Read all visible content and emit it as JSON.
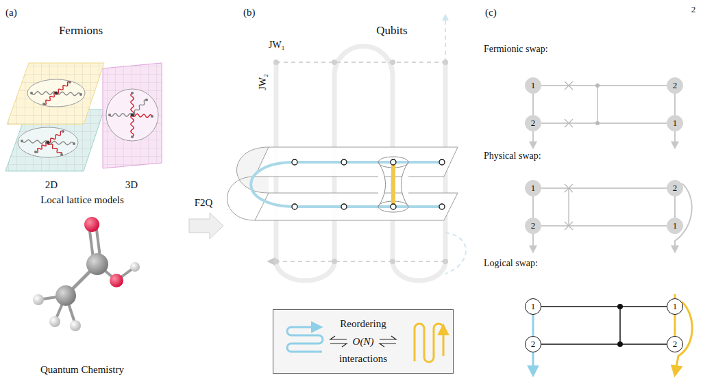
{
  "diagram": {
    "nodes": [
      {
        "text": [
          "Reordering",
          "O(N)",
          "interactions"
        ]
      },
      {
        "text": [
          "1"
        ]
      },
      {
        "text": [
          "2"
        ]
      },
      {
        "text": [
          "2"
        ]
      },
      {
        "text": [
          "1"
        ]
      },
      {
        "text": [
          "1"
        ]
      },
      {
        "text": [
          "2"
        ]
      },
      {
        "text": [
          "2"
        ]
      },
      {
        "text": [
          "1"
        ]
      },
      {
        "text": [
          "1"
        ]
      },
      {
        "text": [
          "2"
        ]
      },
      {
        "text": [
          "1"
        ]
      },
      {
        "text": [
          "2"
        ]
      }
    ],
    "edges": [
      {
        "from": 1,
        "to": 2,
        "arrow": "none"
      },
      {
        "from": 3,
        "to": 4,
        "arrow": "none"
      },
      {
        "from": 1,
        "to": 3,
        "arrow": "none"
      },
      {
        "from": 2,
        "to": 4,
        "arrow": "none"
      },
      {
        "from": 5,
        "to": 6,
        "arrow": "none"
      },
      {
        "from": 7,
        "to": 8,
        "arrow": "none"
      },
      {
        "from": 5,
        "to": 7,
        "arrow": "none"
      },
      {
        "from": 6,
        "to": 8,
        "arrow": "none"
      },
      {
        "from": 9,
        "to": 10,
        "arrow": "none"
      },
      {
        "from": 11,
        "to": 12,
        "arrow": "none"
      },
      {
        "from": 9,
        "to": 11,
        "arrow": "none"
      },
      {
        "from": 10,
        "to": 12,
        "arrow": "none"
      }
    ],
    "labels": [
      "2",
      "(a)",
      "Fermions",
      "2D",
      "3D",
      "Local lattice models",
      "Quantum Chemistry",
      "F2Q",
      "(b)",
      "Qubits",
      "JW₁",
      "JW₂",
      "(c)",
      "Fermionic swap:",
      "Physical swap:",
      "Logical swap:"
    ]
  }
}
